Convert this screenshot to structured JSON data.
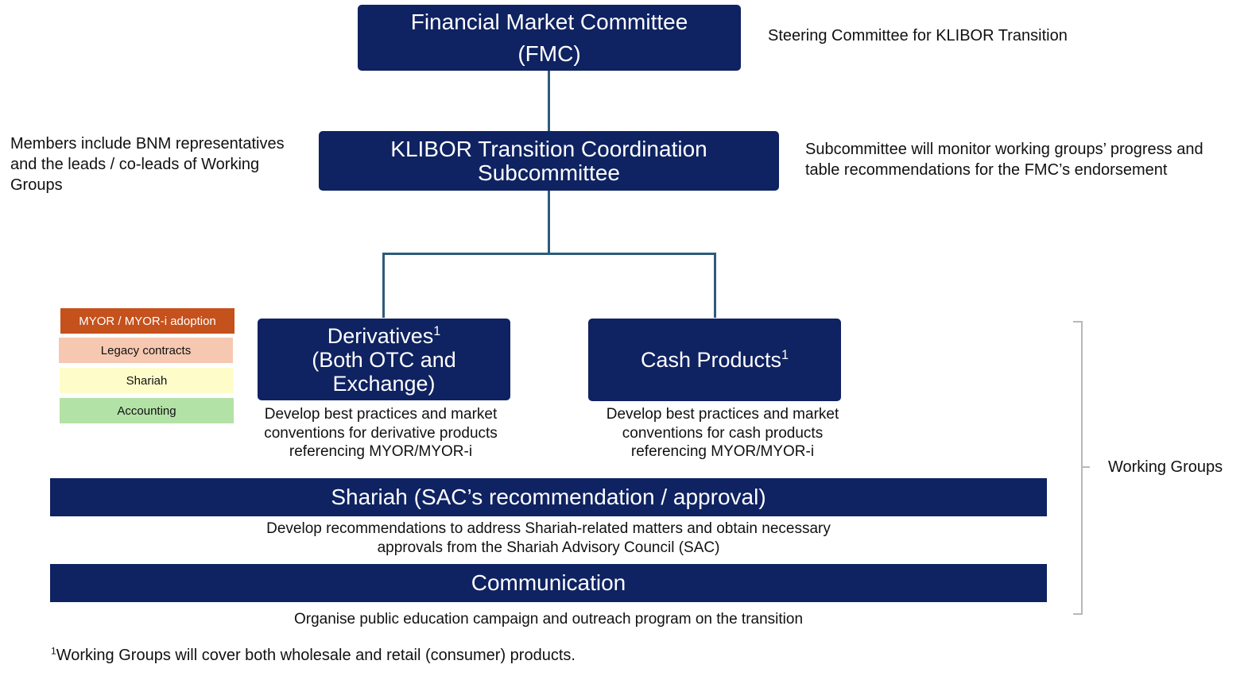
{
  "top_committee": {
    "line1": "Financial Market Committee",
    "line2": "(FMC)",
    "note": "Steering Committee for KLIBOR Transition"
  },
  "subcommittee": {
    "line1": "KLIBOR Transition Coordination",
    "line2": "Subcommittee",
    "left_note": [
      "Members include BNM representatives",
      "and the leads / co-leads of Working",
      "Groups"
    ],
    "right_note": [
      "Subcommittee will monitor working groups’ progress and",
      "table recommendations for the FMC’s endorsement"
    ]
  },
  "legend": [
    {
      "label": "MYOR / MYOR-i adoption",
      "color": "#c5511c",
      "text_color": "#ffffff"
    },
    {
      "label": "Legacy contracts",
      "color": "#f6c8b1",
      "text_color": "#111111"
    },
    {
      "label": "Shariah",
      "color": "#fefdc9",
      "text_color": "#111111"
    },
    {
      "label": "Accounting",
      "color": "#b3e2a6",
      "text_color": "#111111"
    }
  ],
  "working_groups": {
    "derivatives": {
      "title": "Derivatives",
      "footnote_mark": "1",
      "line2": "(Both OTC and",
      "line3": "Exchange)",
      "description": [
        "Develop best practices and market",
        "conventions for derivative products",
        "referencing MYOR/MYOR-i"
      ]
    },
    "cash_products": {
      "title": "Cash Products",
      "footnote_mark": "1",
      "description": [
        "Develop best practices and market",
        "conventions for cash products",
        "referencing MYOR/MYOR-i"
      ]
    },
    "shariah": {
      "title": "Shariah (SAC’s recommendation / approval)",
      "description": [
        "Develop recommendations to address Shariah-related matters and obtain necessary",
        "approvals from the Shariah Advisory Council (SAC)"
      ]
    },
    "communication": {
      "title": "Communication",
      "description": "Organise public education campaign and outreach program on the transition"
    },
    "bracket_label": "Working Groups"
  },
  "footnote": {
    "mark": "1",
    "text": "Working Groups will cover both wholesale and retail (consumer) products."
  },
  "colors": {
    "box_fill": "#0f2261",
    "connector": "#2d5b7b",
    "bracket": "#b8b8b8"
  }
}
